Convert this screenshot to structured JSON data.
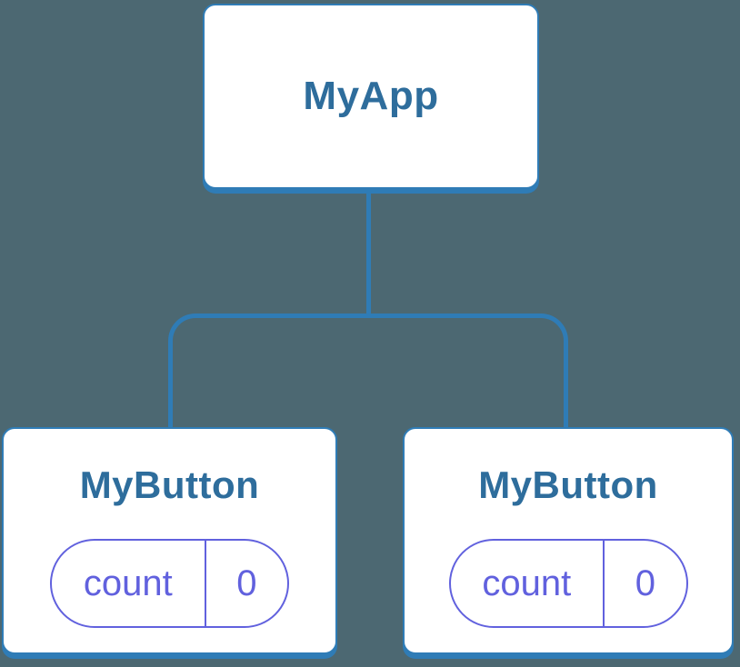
{
  "diagram": {
    "title": "component-tree",
    "root": {
      "label": "MyApp"
    },
    "children": [
      {
        "label": "MyButton",
        "state": {
          "key": "count",
          "value": "0"
        }
      },
      {
        "label": "MyButton",
        "state": {
          "key": "count",
          "value": "0"
        }
      }
    ]
  },
  "colors": {
    "background": "#4c6872",
    "line": "#2f7cb6",
    "node_text": "#2e6d9c",
    "node_fill": "#ffffff",
    "state_accent": "#6161de"
  }
}
